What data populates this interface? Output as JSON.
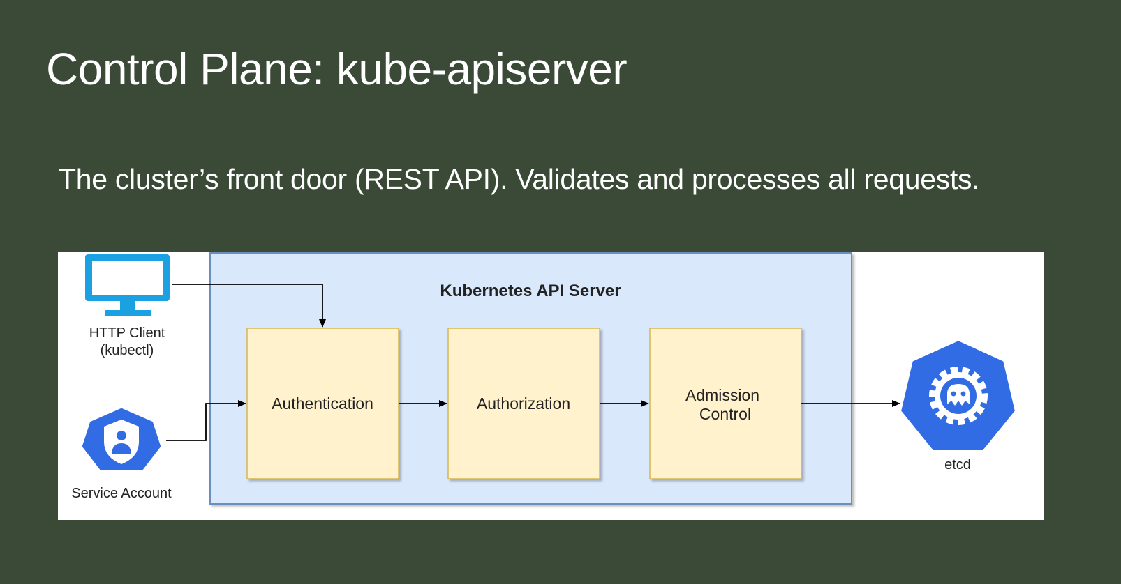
{
  "slide": {
    "title": "Control Plane: kube-apiserver",
    "subtitle": "The cluster’s front door (REST API). Validates and processes all requests."
  },
  "diagram": {
    "server_title": "Kubernetes API Server",
    "clients": {
      "http_client": {
        "line1": "HTTP Client",
        "line2": "(kubectl)",
        "icon": "monitor-icon"
      },
      "service_account": {
        "label": "Service Account",
        "icon": "service-account-icon"
      }
    },
    "stages": [
      {
        "line1": "Authentication",
        "line2": ""
      },
      {
        "line1": "Authorization",
        "line2": ""
      },
      {
        "line1": "Admission",
        "line2": "Control"
      }
    ],
    "storage": {
      "label": "etcd",
      "icon": "etcd-icon"
    },
    "colors": {
      "slide_background": "#3a4a37",
      "server_fill": "#dae8fc",
      "server_border": "#6c8ebf",
      "stage_fill": "#fff2cc",
      "stage_border": "#d6b656",
      "k8s_blue": "#326ce5",
      "monitor_blue": "#1ba1e2"
    }
  }
}
